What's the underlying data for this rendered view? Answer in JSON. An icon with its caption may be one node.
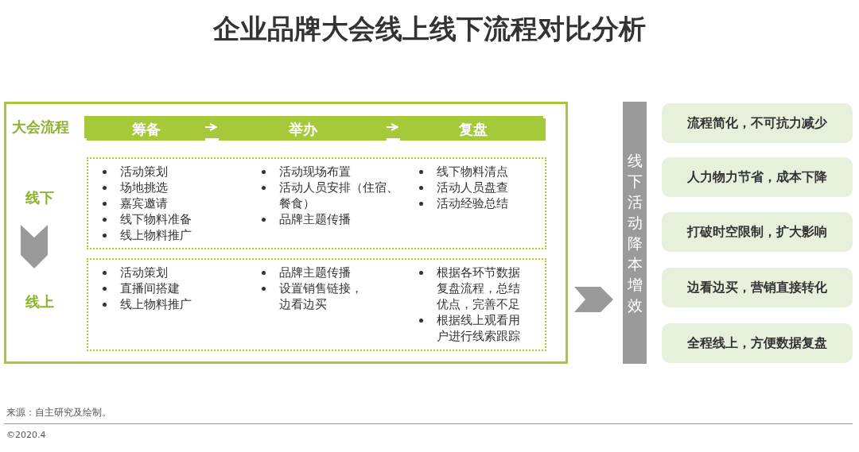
{
  "diagram": {
    "title": "企业品牌大会线上线下流程对比分析",
    "nodes": [
      {
        "text": [],
        "shape": "box"
      },
      {
        "text": [
          "筹备"
        ],
        "in": 0
      },
      {
        "text": [
          "举办"
        ],
        "in": 0
      },
      {
        "text": [
          "复盘"
        ],
        "in": 0
      },
      {
        "text": [
          "线下"
        ],
        "in": 0
      },
      {
        "text": [
          "线上"
        ],
        "in": 0
      },
      {
        "text": [
          "活动策划",
          "场地挑选",
          "嘉宾邀请",
          "线下物料准备",
          "线上物料推广",
          "活动现场布置",
          "活动人员安排（住宿、餐食）",
          "品牌主题传播",
          "线下物料清点",
          "活动人员盘查",
          "活动经验总结"
        ],
        "in": 0
      },
      {
        "text": [
          "活动策划",
          "直播间搭建",
          "线上物料推广",
          "品牌主题传播",
          "设置销售链接，边看边买",
          "根据各环节数据复盘流程，总结优点，完善不足",
          "根据线上观看用户进行线索跟踪"
        ],
        "in": 0
      },
      {
        "text": [
          "线下活动降本增效"
        ]
      },
      {
        "text": [
          "流程简化，不可抗力减少"
        ]
      },
      {
        "text": [
          "人力物力节省，成本下降"
        ]
      },
      {
        "text": [
          "打破时空限制，扩大影响"
        ]
      },
      {
        "text": [
          "边看边买，营销直接转化"
        ]
      },
      {
        "text": [
          "全程线上，方便数据复盘"
        ]
      }
    ],
    "edges": [
      {
        "from": 1,
        "to": 2,
        "arrow": "to",
        "color": "#ffffff"
      },
      {
        "from": 2,
        "to": 3,
        "arrow": "to",
        "color": "#ffffff"
      },
      {
        "from": 4,
        "to": 5,
        "arrow": "to"
      },
      {
        "from": 0,
        "to": 8,
        "arrow": "to"
      }
    ],
    "labels": [
      "大会流程",
      "来源：自主研究及绘制。",
      "©2020.4"
    ]
  }
}
